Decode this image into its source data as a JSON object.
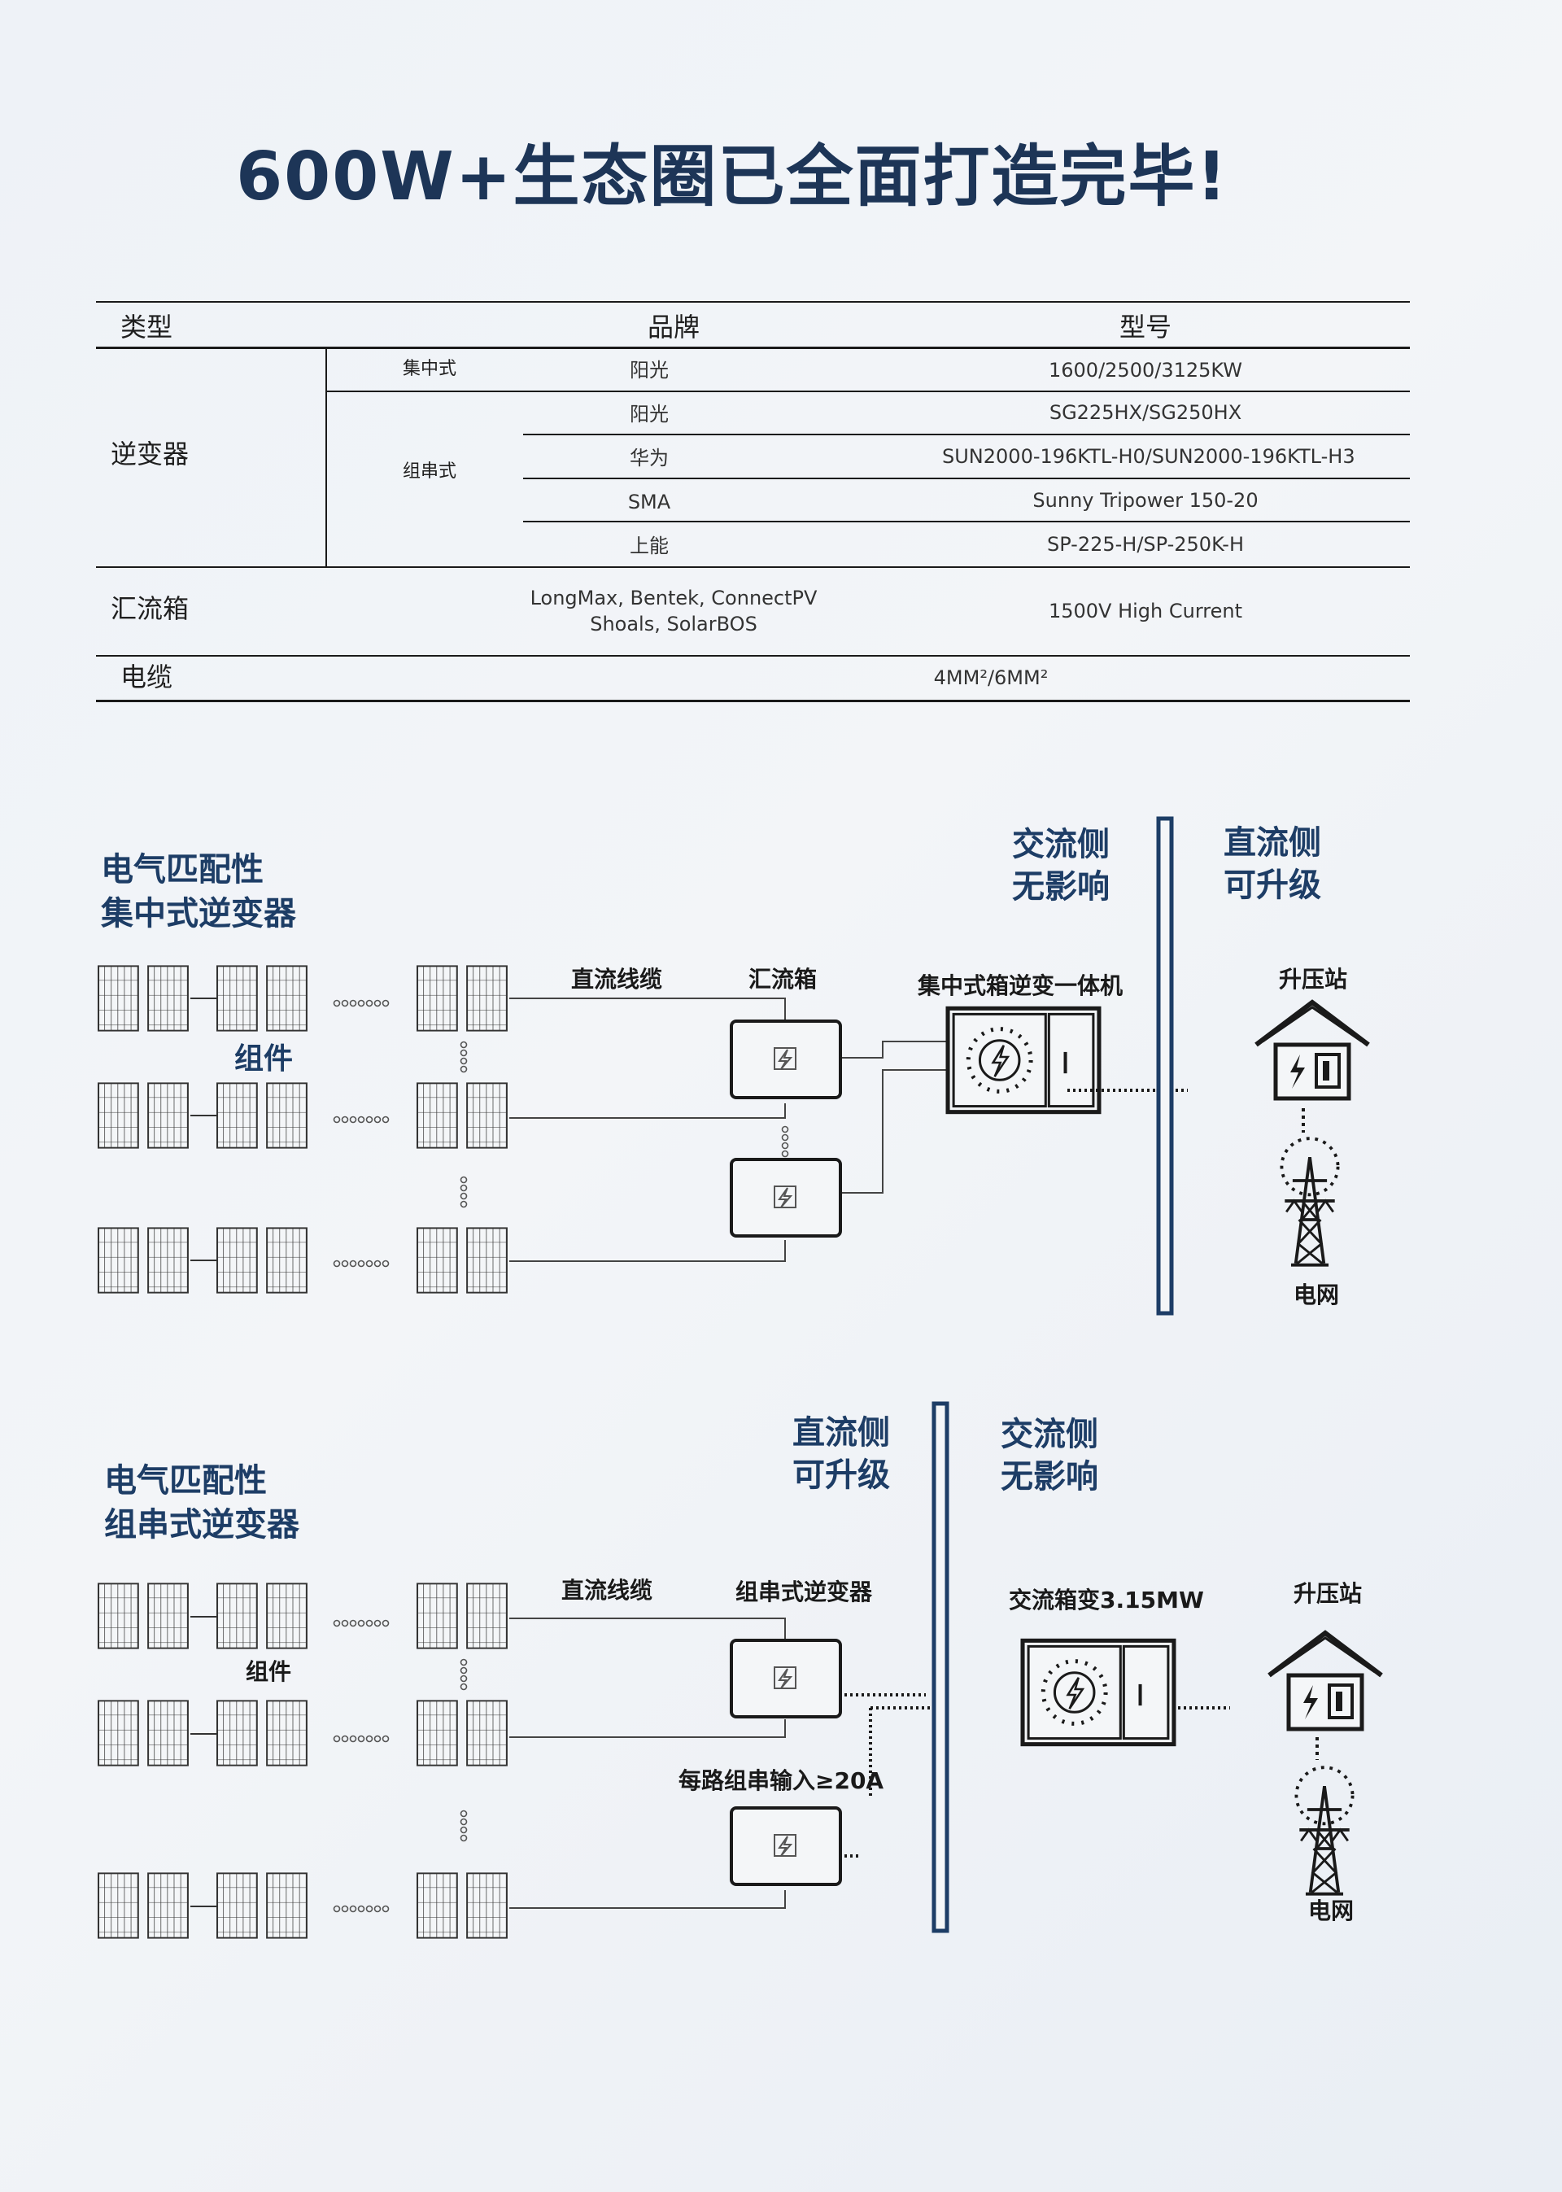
{
  "title": "600W+生态圈已全面打造完毕!",
  "table": {
    "headers": [
      "类型",
      "品牌",
      "型号"
    ],
    "inverter": {
      "type": "逆变器",
      "central": {
        "label": "集中式",
        "brand": "阳光",
        "model": "1600/2500/3125KW"
      },
      "string": {
        "label": "组串式",
        "rows": [
          {
            "brand": "阳光",
            "model": "SG225HX/SG250HX"
          },
          {
            "brand": "华为",
            "model": "SUN2000-196KTL-H0/SUN2000-196KTL-H3"
          },
          {
            "brand": "SMA",
            "model": "Sunny Tripower 150-20"
          },
          {
            "brand": "上能",
            "model": "SP-225-H/SP-250K-H"
          }
        ]
      }
    },
    "combiner": {
      "type": "汇流箱",
      "brand_line1": "LongMax, Bentek, ConnectPV",
      "brand_line2": "Shoals, SolarBOS",
      "model": "1500V High Current"
    },
    "cable": {
      "type": "电缆",
      "model": "4MM²/6MM²"
    }
  },
  "diagram1": {
    "title_line1": "电气匹配性",
    "title_line2": "集中式逆变器",
    "ac_side_line1": "交流侧",
    "ac_side_line2": "无影响",
    "dc_side_line1": "直流侧",
    "dc_side_line2": "可升级",
    "modules_label": "组件",
    "dc_cable_label": "直流线缆",
    "combiner_label": "汇流箱",
    "inverter_label": "集中式箱逆变一体机",
    "substation_label": "升压站",
    "grid_label": "电网"
  },
  "diagram2": {
    "title_line1": "电气匹配性",
    "title_line2": "组串式逆变器",
    "dc_side_line1": "直流侧",
    "dc_side_line2": "可升级",
    "ac_side_line1": "交流侧",
    "ac_side_line2": "无影响",
    "modules_label": "组件",
    "dc_cable_label": "直流线缆",
    "inverter_label": "组串式逆变器",
    "input_note": "每路组串输入≥20A",
    "transformer_label": "交流箱变3.15MW",
    "substation_label": "升压站",
    "grid_label": "电网"
  },
  "colors": {
    "title": "#1d3557",
    "accent": "#1d3d66",
    "line": "#1a1a1a"
  }
}
